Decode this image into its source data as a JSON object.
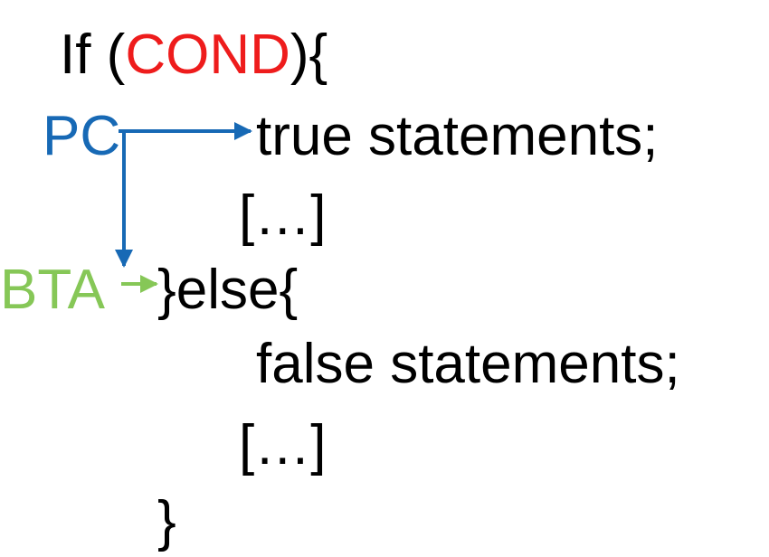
{
  "code": {
    "line1_prefix": "If (",
    "line1_cond": "COND",
    "line1_suffix": "){",
    "true_stmt": "true statements;",
    "ellipsis1": "[…]",
    "else_line": "}else{",
    "false_stmt": "false statements;",
    "ellipsis2": "[…]",
    "close_brace": "}"
  },
  "labels": {
    "pc": "PC",
    "bta": "BTA"
  },
  "colors": {
    "cond": "#ee1c1c",
    "pc": "#1769b5",
    "bta": "#86c757",
    "text": "#000000"
  }
}
